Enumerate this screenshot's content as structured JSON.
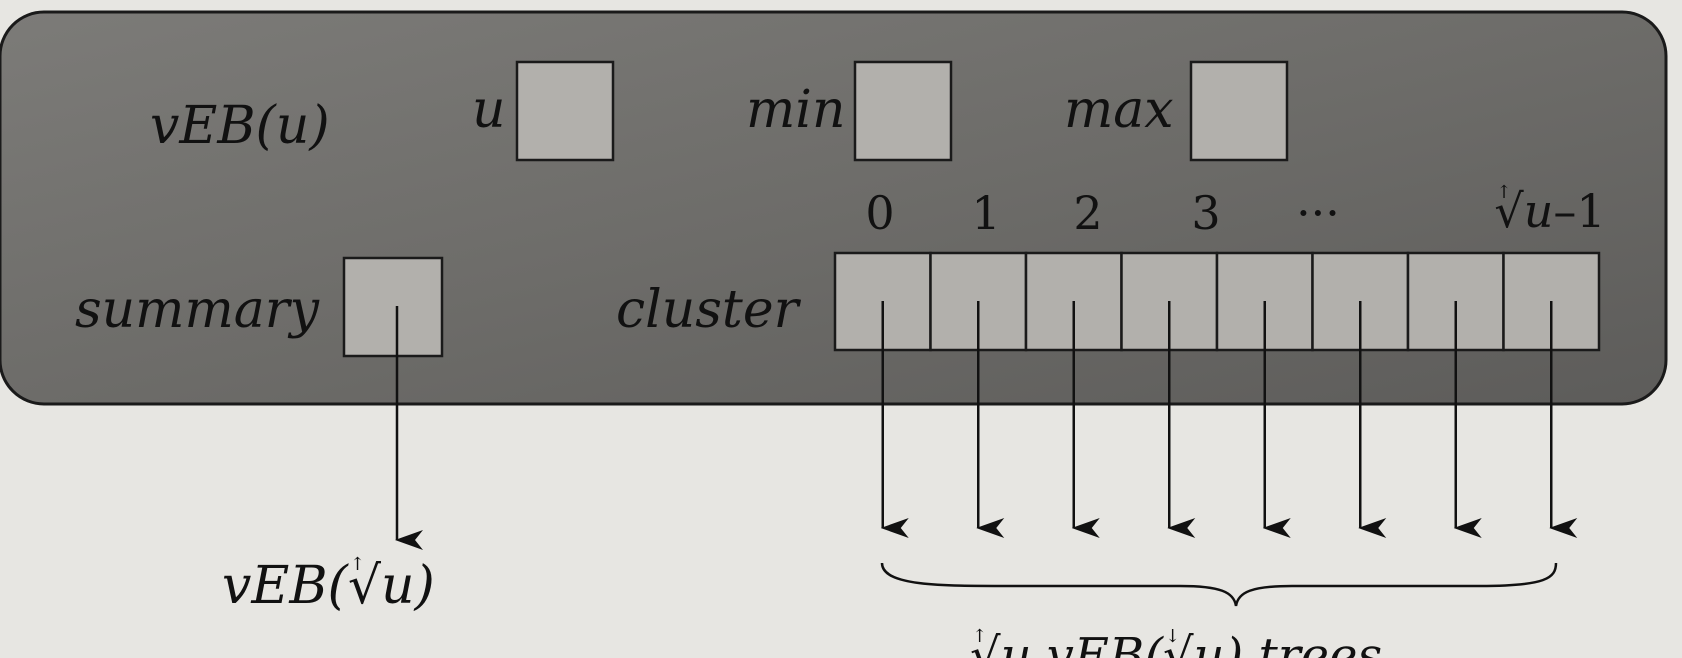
{
  "node_label": "vEB(u)",
  "fields": {
    "u": "u",
    "min": "min",
    "max": "max",
    "summary": "summary",
    "cluster": "cluster"
  },
  "cluster_indices": [
    "0",
    "1",
    "2",
    "3",
    "···"
  ],
  "last_index": {
    "radical_index": "↑",
    "radical": "√",
    "radicand": "u",
    "suffix": "–1"
  },
  "summary_target": {
    "prefix": "vEB(",
    "radical_index": "↑",
    "radical": "√",
    "radicand": "u",
    "suffix": ")"
  },
  "cluster_target": {
    "radical_index": "↑",
    "radical": "√",
    "radicand": "u",
    "middle": " vEB(",
    "radical_index_2": "↓",
    "radical_2": "√",
    "radicand_2": "u",
    "suffix": ") trees"
  },
  "colors": {
    "panel": "#6f6e6c",
    "panel_dark": "#5e5d5b",
    "cell": "#b2b0ac",
    "stroke": "#1a1a1a",
    "page": "#e7e6e2"
  }
}
